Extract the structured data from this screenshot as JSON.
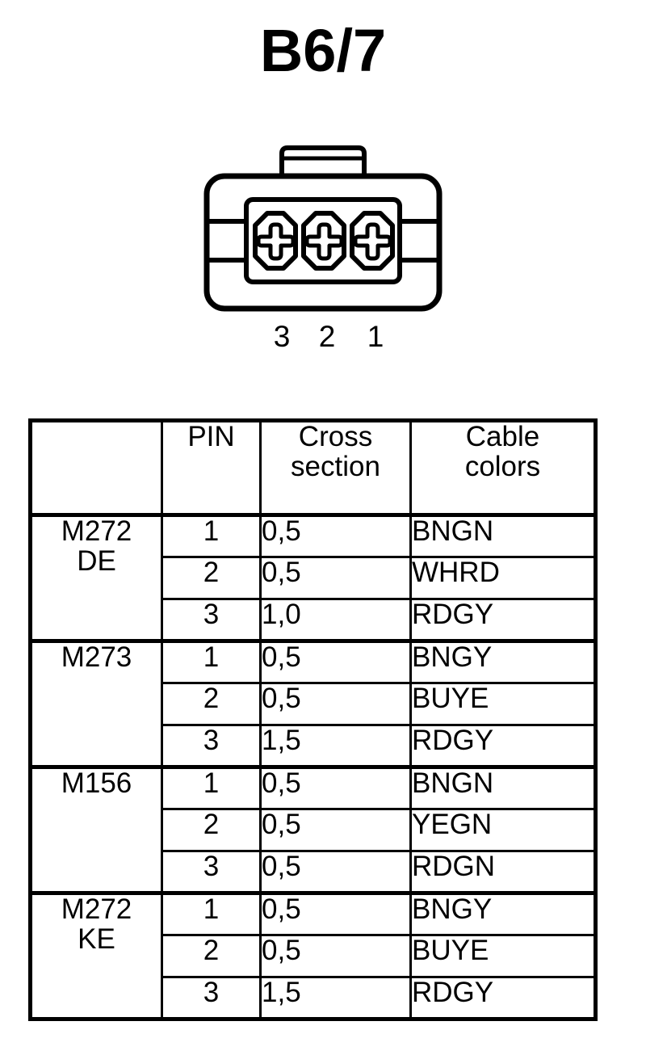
{
  "title": "B6/7",
  "connector": {
    "name": "3-way-connector-diagram",
    "cavity_count": 3,
    "pin_labels": [
      "3",
      "2",
      "1"
    ],
    "line_color": "#000000",
    "fill_color": "#ffffff"
  },
  "table": {
    "headers": {
      "engine": "",
      "pin": "PIN",
      "cross_section_line1": "Cross",
      "cross_section_line2": "section",
      "cable_colors_line1": "Cable",
      "cable_colors_line2": "colors"
    },
    "groups": [
      {
        "engine_line1": "M272",
        "engine_line2": "DE",
        "rows": [
          {
            "pin": "1",
            "cross_section": "0,5",
            "cable_color": "BNGN"
          },
          {
            "pin": "2",
            "cross_section": "0,5",
            "cable_color": "WHRD"
          },
          {
            "pin": "3",
            "cross_section": "1,0",
            "cable_color": "RDGY"
          }
        ]
      },
      {
        "engine_line1": "M273",
        "engine_line2": "",
        "rows": [
          {
            "pin": "1",
            "cross_section": "0,5",
            "cable_color": "BNGY"
          },
          {
            "pin": "2",
            "cross_section": "0,5",
            "cable_color": "BUYE"
          },
          {
            "pin": "3",
            "cross_section": "1,5",
            "cable_color": "RDGY"
          }
        ]
      },
      {
        "engine_line1": "M156",
        "engine_line2": "",
        "rows": [
          {
            "pin": "1",
            "cross_section": "0,5",
            "cable_color": "BNGN"
          },
          {
            "pin": "2",
            "cross_section": "0,5",
            "cable_color": "YEGN"
          },
          {
            "pin": "3",
            "cross_section": "0,5",
            "cable_color": "RDGN"
          }
        ]
      },
      {
        "engine_line1": "M272",
        "engine_line2": "KE",
        "rows": [
          {
            "pin": "1",
            "cross_section": "0,5",
            "cable_color": "BNGY"
          },
          {
            "pin": "2",
            "cross_section": "0,5",
            "cable_color": "BUYE"
          },
          {
            "pin": "3",
            "cross_section": "1,5",
            "cable_color": "RDGY"
          }
        ]
      }
    ]
  }
}
